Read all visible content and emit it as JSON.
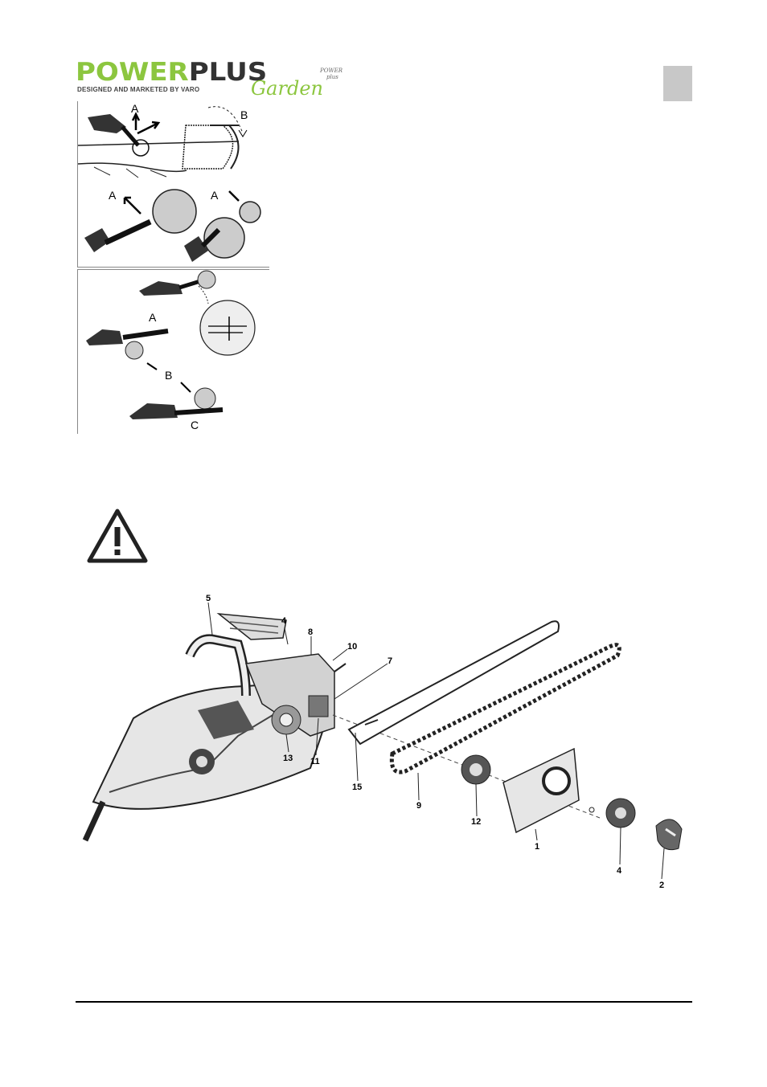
{
  "header": {
    "brand_left": "POWER",
    "brand_right": "PLUS",
    "tagline": "DESIGNED AND MARKETED BY VARO",
    "sub_brand": "Garden",
    "mini_logo_line1": "POWER",
    "mini_logo_line2": "plus"
  },
  "figure_top": {
    "labels": [
      "A",
      "B",
      "A",
      "A"
    ]
  },
  "figure_bottom": {
    "labels": [
      "A",
      "B",
      "C"
    ]
  },
  "warning_icon": "warning-triangle-icon",
  "exploded_view": {
    "part_labels": [
      "5",
      "4",
      "8",
      "10",
      "7",
      "13",
      "11",
      "15",
      "9",
      "12",
      "1",
      "4",
      "2"
    ]
  },
  "colors": {
    "brand_green": "#8cc63f",
    "brand_dark": "#333333",
    "page_tab": "#c8c8c8"
  }
}
